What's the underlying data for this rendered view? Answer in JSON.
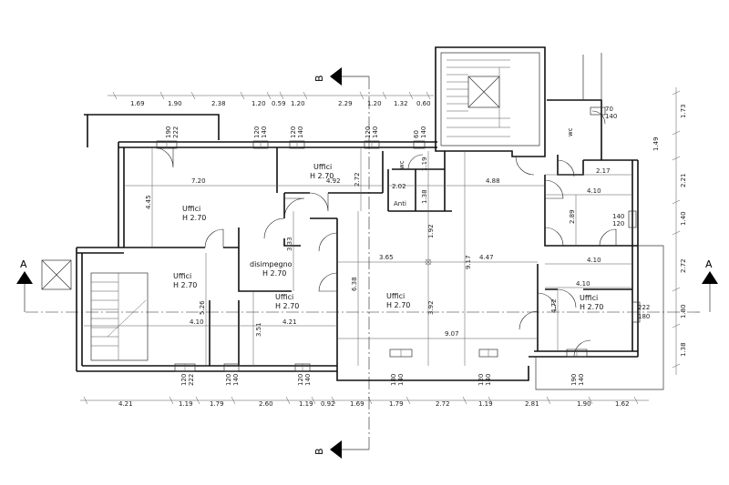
{
  "sections": {
    "a_left": "A",
    "a_right": "A",
    "b_top": "B",
    "b_bottom": "B"
  },
  "top_dims": [
    "1.69",
    "1.90",
    "2.38",
    "1.20",
    "0.59",
    "1.20",
    "2.29",
    "1.20",
    "1.32",
    "0.60"
  ],
  "bottom_dims": [
    "4.21",
    "1.19",
    "1.79",
    "2.60",
    "1.19",
    "0.92",
    "1.69",
    "1.79",
    "2.72",
    "1.19",
    "2.81",
    "1.90",
    "1.62"
  ],
  "right_dims": [
    "1.73",
    "1.49",
    "2.21",
    "1.40",
    "2.72",
    "1.80",
    "1.38"
  ],
  "rooms": [
    {
      "name": "Uffici",
      "height": "H 2.70"
    },
    {
      "name": "Uffici",
      "height": "H 2.70"
    },
    {
      "name": "Uffici",
      "height": "H 2.70"
    },
    {
      "name": "disimpegno",
      "height": "H 2.70"
    },
    {
      "name": "Uffici",
      "height": "H 2.70"
    },
    {
      "name": "Uffici",
      "height": "H 2.70"
    },
    {
      "name": "Uffici",
      "height": "H 2.70"
    }
  ],
  "small_rooms": {
    "wc_center": "wc",
    "anti": "Anti",
    "wc_right": "wc"
  },
  "inner_dims": {
    "d720": "7.20",
    "d445": "4.45",
    "d492": "4.92",
    "d272": "2.72",
    "d119": "1.19",
    "d202": "2.02",
    "d138": "1.38",
    "d488": "4.88",
    "d217": "2.17",
    "d410a": "4.10",
    "d289": "2.89",
    "d333": "3.33",
    "d192": "1.92",
    "d917": "9.17",
    "d365": "3.65",
    "d447": "4.47",
    "d410b": "4.10",
    "d410c": "4.10",
    "d472": "4.72",
    "d526": "5.26",
    "d638": "6.38",
    "d392": "3.92",
    "d351": "3.51",
    "d410d": "4.10",
    "d421": "4.21",
    "d907": "9.07"
  },
  "windows": {
    "w1": [
      "190",
      "222"
    ],
    "w2": [
      "120",
      "140"
    ],
    "w3": [
      "120",
      "140"
    ],
    "w4": [
      "120",
      "140"
    ],
    "w5": [
      "60",
      "140"
    ],
    "w6": [
      "70",
      "140"
    ],
    "w7": [
      "140",
      "120"
    ],
    "w8": [
      "222",
      "180"
    ],
    "b1": [
      "120",
      "222"
    ],
    "b2": [
      "120",
      "140"
    ],
    "b3": [
      "120",
      "140"
    ],
    "b4": [
      "180",
      "140"
    ],
    "b5": [
      "120",
      "140"
    ],
    "b6": [
      "190",
      "140"
    ]
  }
}
